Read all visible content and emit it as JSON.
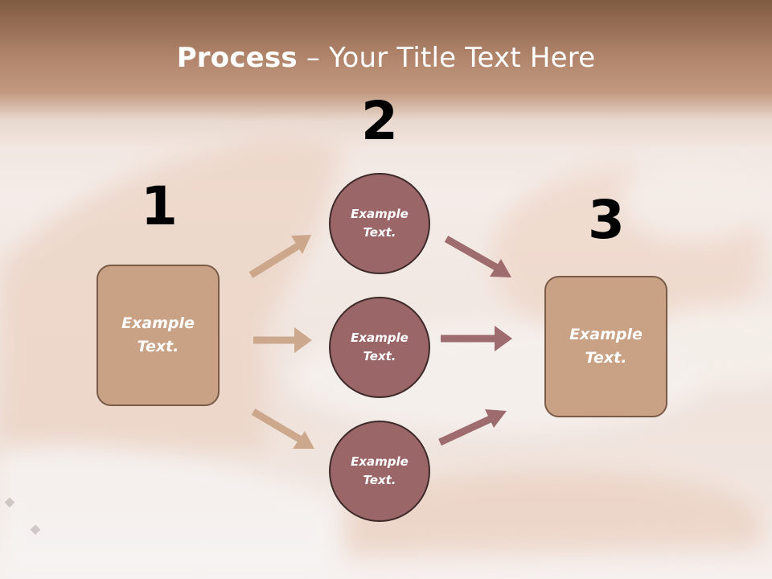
{
  "title": {
    "bold": "Process",
    "rest": " – Your Title Text Here"
  },
  "steps": [
    {
      "number": "1",
      "label": "Example Text."
    },
    {
      "number": "2",
      "labels": [
        "Example Text.",
        "Example Text.",
        "Example Text."
      ]
    },
    {
      "number": "3",
      "label": "Example Text."
    }
  ],
  "colors": {
    "box_fill": "#c9a285",
    "circle_fill": "#9a6668",
    "arrow_left": "#c9a285",
    "arrow_right": "#9a6668",
    "header": "#a27a60"
  }
}
